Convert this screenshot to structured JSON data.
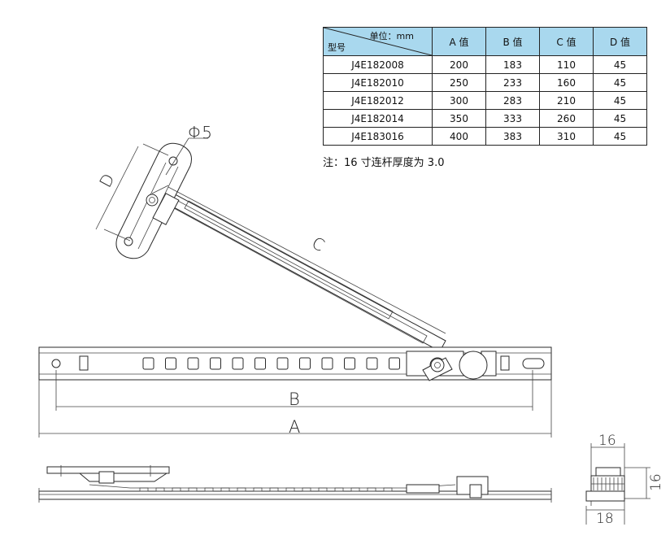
{
  "table": {
    "unit_label": "单位：mm",
    "model_label": "型号",
    "columns": [
      "A 值",
      "B 值",
      "C 值",
      "D 值"
    ],
    "rows": [
      {
        "model": "J4E182008",
        "a": "200",
        "b": "183",
        "c": "110",
        "d": "45"
      },
      {
        "model": "J4E182010",
        "a": "250",
        "b": "233",
        "c": "160",
        "d": "45"
      },
      {
        "model": "J4E182012",
        "a": "300",
        "b": "283",
        "c": "210",
        "d": "45"
      },
      {
        "model": "J4E182014",
        "a": "350",
        "b": "333",
        "c": "260",
        "d": "45"
      },
      {
        "model": "J4E183016",
        "a": "400",
        "b": "383",
        "c": "310",
        "d": "45"
      }
    ]
  },
  "note": "注：16 寸连杆厚度为 3.0",
  "dimensions": {
    "hole_diameter": "Φ5",
    "d": "D",
    "c": "C",
    "b": "B",
    "a": "A",
    "width_top": "16",
    "height_side": "16",
    "width_bottom": "18"
  },
  "colors": {
    "header_fill": "#a9d8ee",
    "line": "#2a2a2a"
  }
}
